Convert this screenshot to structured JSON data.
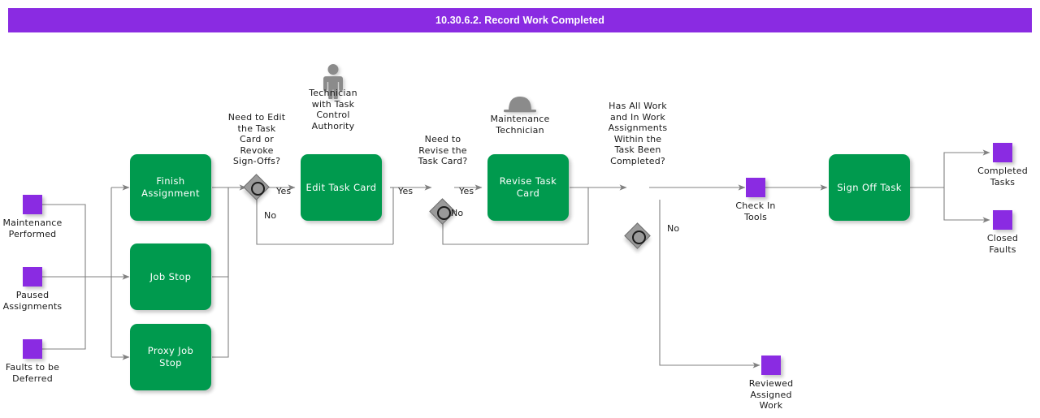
{
  "header": {
    "title": "10.30.6.2. Record Work Completed",
    "bar_color": "#8A2BE2",
    "text_color": "#FFFFFF"
  },
  "palette": {
    "task_green": "#009A4E",
    "data_purple": "#8A2BE2",
    "gateway_gray": "#9A9A9A",
    "connector_gray": "#808080",
    "label_black": "#1A1A1A"
  },
  "inputs": [
    {
      "name": "maintenance-performed",
      "label": "Maintenance\nPerformed"
    },
    {
      "name": "paused-assignments",
      "label": "Paused\nAssignments"
    },
    {
      "name": "faults-to-be-deferred",
      "label": "Faults to be\nDeferred"
    }
  ],
  "tasks": [
    {
      "name": "finish-assignment",
      "label": "Finish\nAssignment"
    },
    {
      "name": "job-stop",
      "label": "Job Stop"
    },
    {
      "name": "proxy-job-stop",
      "label": "Proxy Job Stop"
    },
    {
      "name": "edit-task-card",
      "label": "Edit Task Card"
    },
    {
      "name": "revise-task-card",
      "label": "Revise Task\nCard"
    },
    {
      "name": "sign-off-task",
      "label": "Sign Off Task"
    }
  ],
  "gateways": [
    {
      "name": "gateway-edit-or-revoke",
      "question": "Need to Edit\nthe Task\nCard or\nRevoke\nSign-Offs?",
      "yes": "Yes",
      "no": "No"
    },
    {
      "name": "gateway-revise-task-card",
      "question": "Need to\nRevise the\nTask Card?",
      "yes": "Yes",
      "no": "No"
    },
    {
      "name": "gateway-all-work-completed",
      "question": "Has All Work\nand In Work\nAssignments\nWithin the\nTask Been\nCompleted?",
      "yes": "",
      "no": "No"
    }
  ],
  "roles": [
    {
      "name": "technician-with-task-control-authority",
      "icon": "person-icon",
      "label": "Technician\nwith Task\nControl\nAuthority"
    },
    {
      "name": "maintenance-technician",
      "icon": "hat-icon",
      "label": "Maintenance\nTechnician"
    }
  ],
  "data_nodes": [
    {
      "name": "check-in-tools",
      "label": "Check In\nTools"
    },
    {
      "name": "completed-tasks",
      "label": "Completed\nTasks"
    },
    {
      "name": "closed-faults",
      "label": "Closed\nFaults"
    },
    {
      "name": "reviewed-assigned-work",
      "label": "Reviewed\nAssigned\nWork"
    }
  ]
}
